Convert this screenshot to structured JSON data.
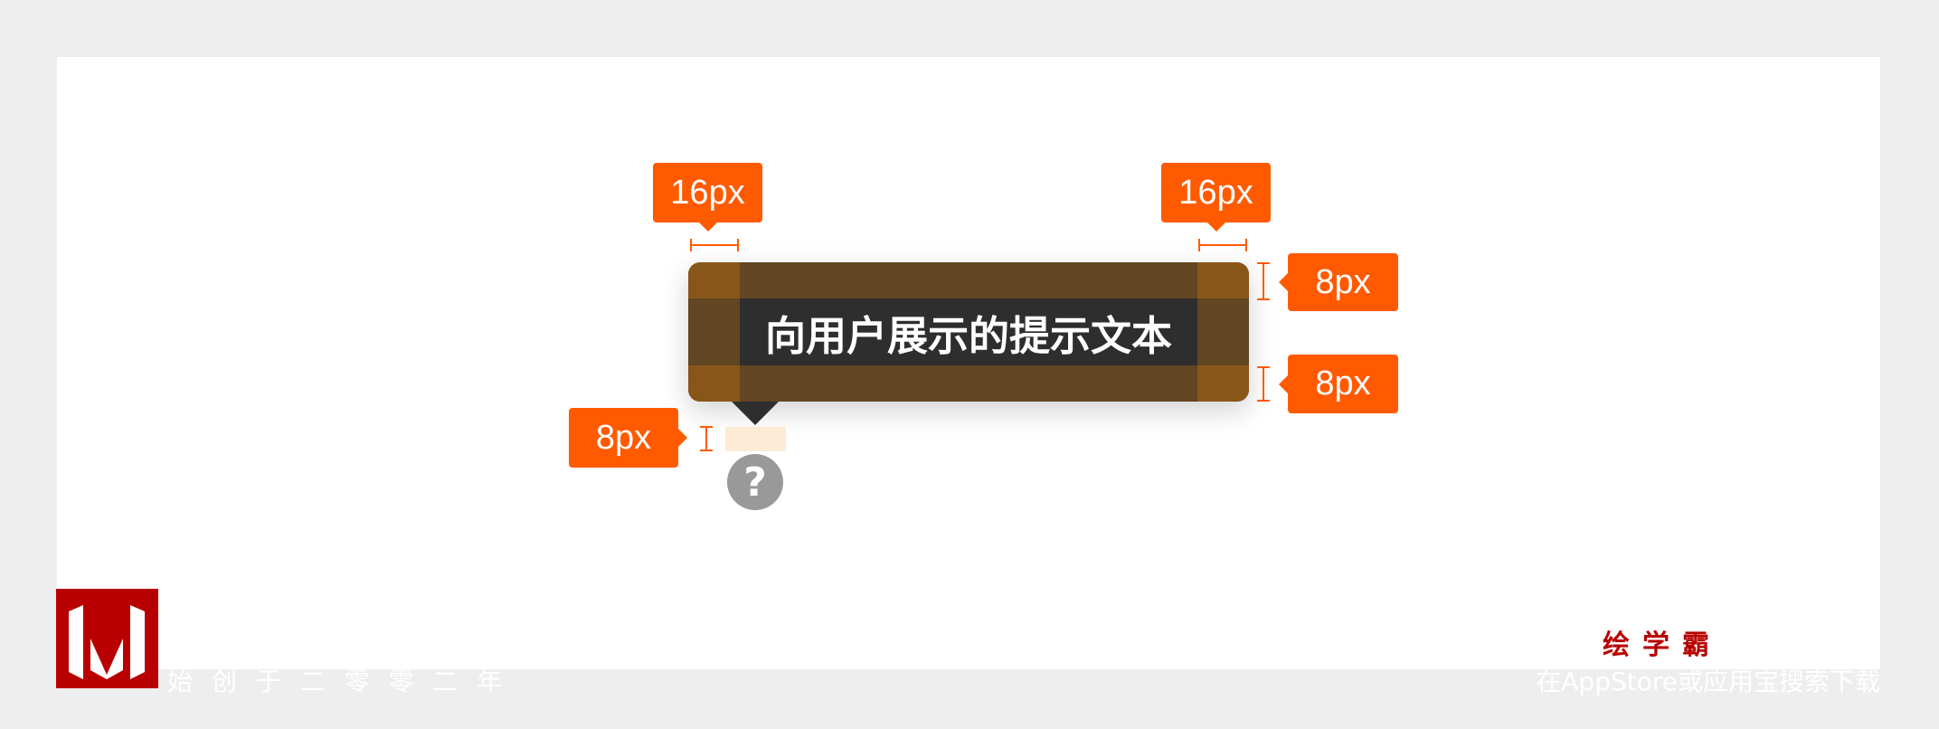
{
  "tooltip": {
    "text": "向用户展示的提示文本"
  },
  "annotations": {
    "left_padding": "16px",
    "right_padding": "16px",
    "top_padding": "8px",
    "bottom_padding": "8px",
    "arrow_gap": "8px"
  },
  "trigger": {
    "icon": "question-circle-icon",
    "glyph": "?"
  },
  "footer": {
    "slogan": "始 创 于 二 零 零 二 年",
    "brand": "绘学霸",
    "download": "在AppStore或应用宝搜索下载"
  },
  "colors": {
    "accent": "#ff5a00",
    "tooltip_bg": "#2e2e2e",
    "brand_red": "#b80000"
  }
}
